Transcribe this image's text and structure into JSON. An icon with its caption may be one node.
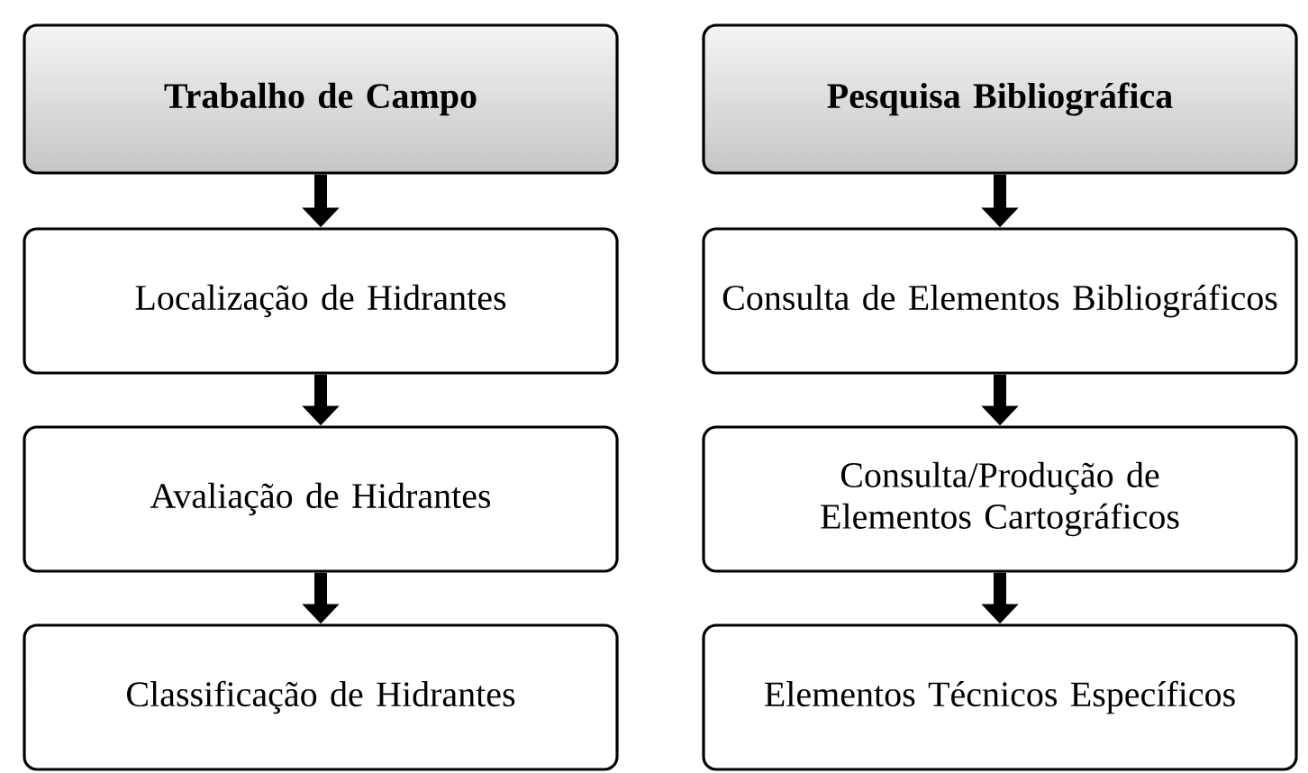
{
  "diagram": {
    "nodes": [
      {
        "text": [
          "Trabalho de Campo"
        ]
      },
      {
        "text": [
          "Localização de Hidrantes"
        ]
      },
      {
        "text": [
          "Avaliação de Hidrantes"
        ]
      },
      {
        "text": [
          "Classificação de Hidrantes"
        ]
      },
      {
        "text": [
          "Pesquisa Bibliográfica"
        ]
      },
      {
        "text": [
          "Consulta de Elementos Bibliográficos"
        ]
      },
      {
        "text": [
          "Consulta/Produção de Elementos Cartográficos"
        ]
      },
      {
        "text": [
          "Elementos Técnicos Específicos"
        ]
      }
    ],
    "edges": [
      {
        "from": 0,
        "to": 1,
        "arrow": "to"
      },
      {
        "from": 1,
        "to": 2,
        "arrow": "to"
      },
      {
        "from": 2,
        "to": 3,
        "arrow": "to"
      },
      {
        "from": 4,
        "to": 5,
        "arrow": "to"
      },
      {
        "from": 5,
        "to": 6,
        "arrow": "to"
      },
      {
        "from": 6,
        "to": 7,
        "arrow": "to"
      }
    ]
  }
}
